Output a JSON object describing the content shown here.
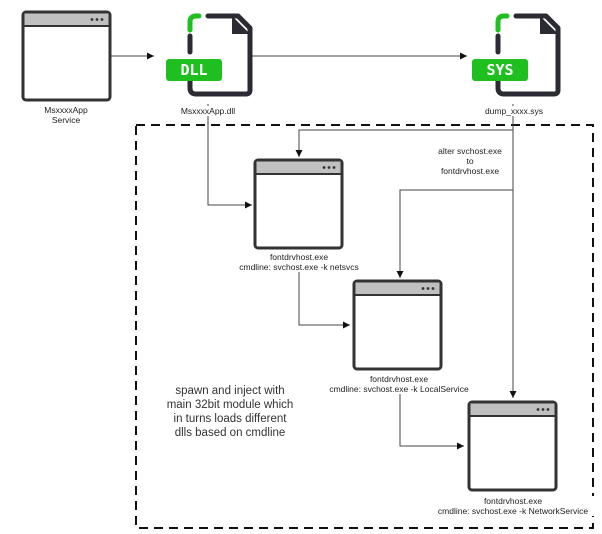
{
  "nodes": {
    "app_service": {
      "label_line1": "MsxxxxApp",
      "label_line2": "Service"
    },
    "dll_file": {
      "badge": "DLL",
      "label": "MsxxxxApp.dll"
    },
    "sys_file": {
      "badge": "SYS",
      "label": "dump_xxxx.sys"
    },
    "proc_netsvcs": {
      "name": "fontdrvhost.exe",
      "cmdline": "cmdline: svchost.exe -k netsvcs"
    },
    "proc_localservice": {
      "name": "fontdrvhost.exe",
      "cmdline": "cmdline: svchost.exe -k LocalService"
    },
    "proc_networkservice": {
      "name": "fontdrvhost.exe",
      "cmdline": "cmdline: svchost.exe -k NetworkService"
    }
  },
  "annotations": {
    "alter": [
      "alter svchost.exe",
      "to",
      "fontdrvhost.exe"
    ],
    "spawn": [
      "spawn and inject with",
      "main 32bit module which",
      "in turns loads different",
      "dlls based on cmdline"
    ]
  },
  "colors": {
    "accent_green": "#1fbf1f",
    "window_frame": "#333333",
    "titlebar": "#c0c0c0",
    "file_dark": "#2b2b33"
  }
}
